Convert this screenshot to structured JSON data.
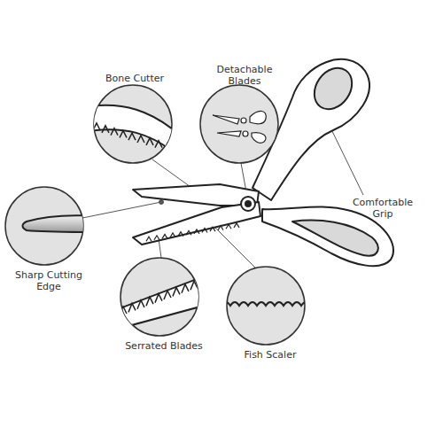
{
  "diagram": {
    "labels": [
      "Bone Cutter",
      "Detachable Blades",
      "Comfortable Grip",
      "Sharp Cutting Edge",
      "Serrated Blades",
      "Fish Scaler"
    ]
  }
}
